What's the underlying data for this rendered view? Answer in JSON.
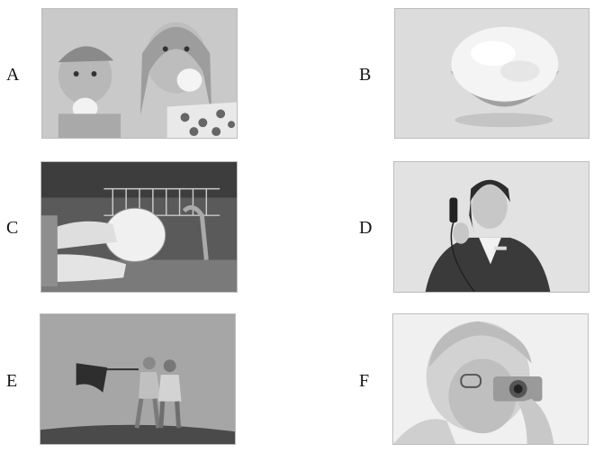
{
  "items": [
    {
      "letter": "A",
      "subject": "children-eating"
    },
    {
      "letter": "B",
      "subject": "bowl-of-rice"
    },
    {
      "letter": "C",
      "subject": "washing-dishes"
    },
    {
      "letter": "D",
      "subject": "woman-on-telephone"
    },
    {
      "letter": "E",
      "subject": "people-with-umbrella-in-wind"
    },
    {
      "letter": "F",
      "subject": "woman-taking-photo"
    }
  ]
}
